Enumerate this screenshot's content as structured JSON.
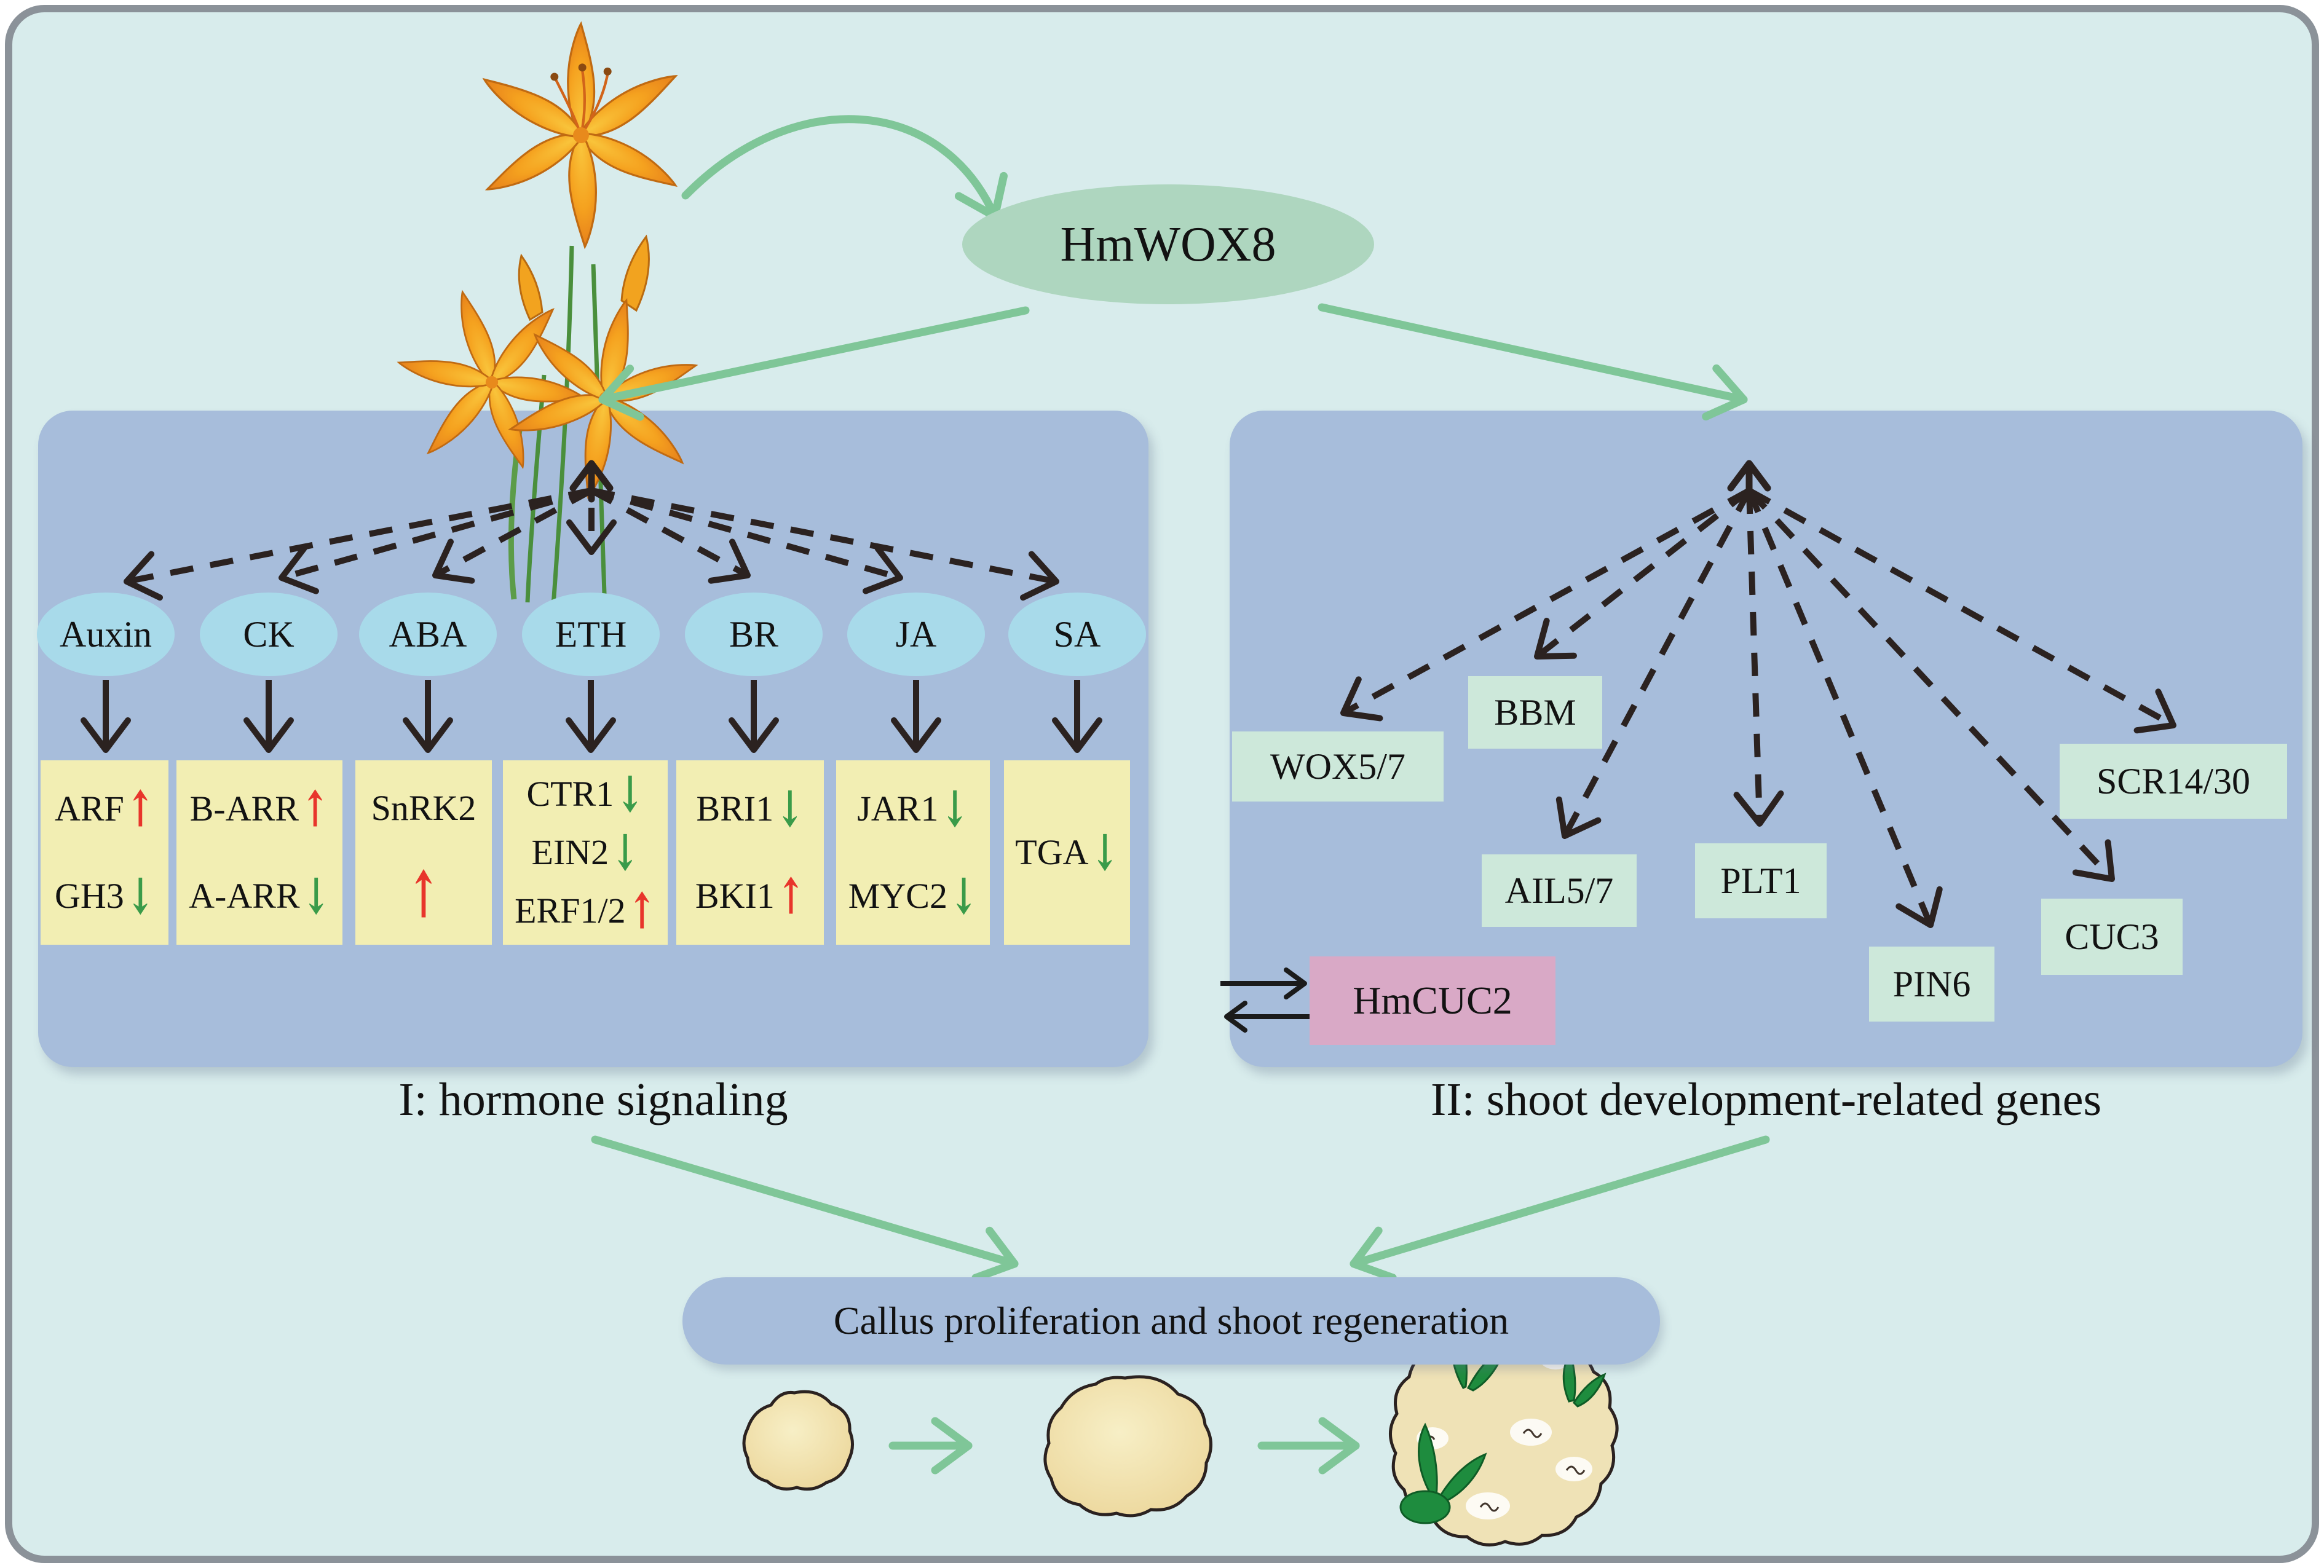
{
  "figure": {
    "source_gene": "HmWOX8",
    "outcome_label": "Callus proliferation and shoot regeneration"
  },
  "panel1": {
    "caption": "I: hormone signaling",
    "hormones": [
      {
        "label": "Auxin",
        "genes": [
          {
            "name": "ARF",
            "dir": "up",
            "arrow": "↑"
          },
          {
            "name": "GH3",
            "dir": "down",
            "arrow": "↓"
          }
        ]
      },
      {
        "label": "CK",
        "genes": [
          {
            "name": "B-ARR",
            "dir": "up",
            "arrow": "↑"
          },
          {
            "name": "A-ARR",
            "dir": "down",
            "arrow": "↓"
          }
        ]
      },
      {
        "label": "ABA",
        "genes": [
          {
            "name": "SnRK2",
            "dir": "up",
            "arrow": "↑"
          }
        ]
      },
      {
        "label": "ETH",
        "genes": [
          {
            "name": "CTR1",
            "dir": "down",
            "arrow": "↓"
          },
          {
            "name": "EIN2",
            "dir": "down",
            "arrow": "↓"
          },
          {
            "name": "ERF1/2",
            "dir": "up",
            "arrow": "↑"
          }
        ]
      },
      {
        "label": "BR",
        "genes": [
          {
            "name": "BRI1",
            "dir": "down",
            "arrow": "↓"
          },
          {
            "name": "BKI1",
            "dir": "up",
            "arrow": "↑"
          }
        ]
      },
      {
        "label": "JA",
        "genes": [
          {
            "name": "JAR1",
            "dir": "down",
            "arrow": "↓"
          },
          {
            "name": "MYC2",
            "dir": "down",
            "arrow": "↓"
          }
        ]
      },
      {
        "label": "SA",
        "genes": [
          {
            "name": "TGA",
            "dir": "down",
            "arrow": "↓"
          }
        ]
      }
    ]
  },
  "panel2": {
    "caption": "II: shoot development-related genes",
    "genes": [
      "WOX5/7",
      "BBM",
      "AIL5/7",
      "PLT1",
      "PIN6",
      "CUC3",
      "SCR14/30"
    ],
    "highlight_gene": "HmCUC2"
  },
  "illustrations": {
    "plant": "daylily flowers",
    "callus_stages": [
      "small callus",
      "proliferating callus",
      "regenerating callus with shoots"
    ]
  },
  "colors": {
    "background": "#d8ecec",
    "panel_blue": "#a7bddb",
    "hormone_ellipse_blue": "#a8daea",
    "gene_box_yellow": "#f2eeb3",
    "gene_box_mint": "#cde8da",
    "highlight_pink": "#d9a9c6",
    "wox8_green": "#aed6bf",
    "arrow_green": "#7fc698",
    "arrow_black": "#2b2220",
    "up_red": "#e8352b",
    "down_green": "#3a9b49",
    "frame_border_gray": "#8b9299"
  },
  "icons": {
    "up": "↑",
    "down": "↓"
  }
}
